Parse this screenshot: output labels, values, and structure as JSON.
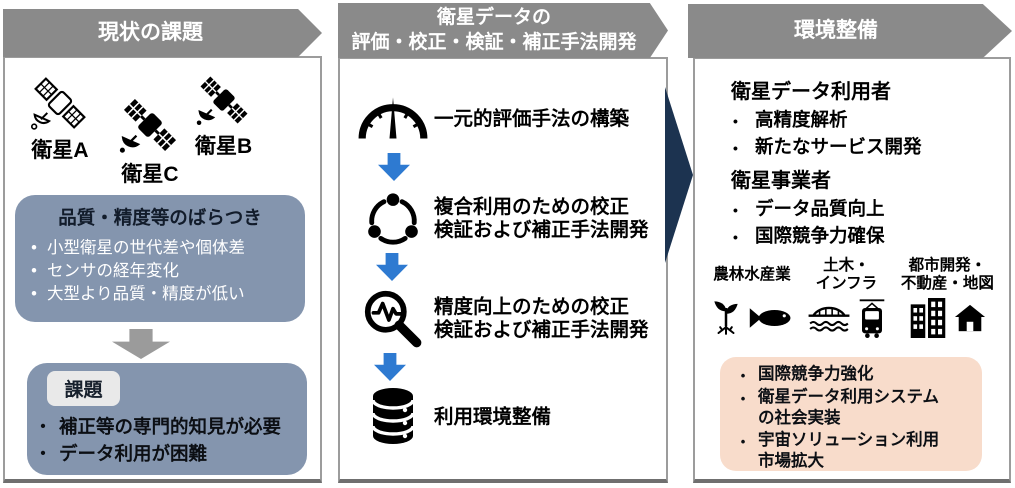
{
  "chars": {
    "bullet": "•"
  },
  "colors": {
    "banner_gray": "#8a8a8a",
    "slate_box": "#8495ae",
    "peach_box": "#f8dccb",
    "blue_arrow": "#2e7ad1",
    "navy_arrow": "#1c3350",
    "gray_arrow": "#9b9b9b"
  },
  "left_panel": {
    "header": "現状の課題",
    "satellites": [
      "衛星A",
      "衛星C",
      "衛星B"
    ],
    "satellite_icon": "satellite-icon",
    "variability_box": {
      "title": "品質・精度等のばらつき",
      "bullets": [
        "小型衛星の世代差や個体差",
        "センサの経年変化",
        "大型より品質・精度が低い"
      ]
    },
    "issue_box": {
      "badge": "課題",
      "bullets": [
        "補正等の専門的知見が必要",
        "データ利用が困難"
      ]
    }
  },
  "middle_panel": {
    "header_line1": "衛星データの",
    "header_line2": "評価・校正・検証・補正手法開発",
    "steps": [
      {
        "icon": "gauge-icon",
        "label": "一元的評価手法の構築"
      },
      {
        "icon": "share-network-icon",
        "label": "複合利用のための校正\n検証および補正手法開発"
      },
      {
        "icon": "magnifier-waveform-icon",
        "label": "精度向上のための校正\n検証および補正手法開発"
      },
      {
        "icon": "database-icon",
        "label": "利用環境整備"
      }
    ]
  },
  "right_panel": {
    "header": "環境整備",
    "groups": [
      {
        "title": "衛星データ利用者",
        "bullets": [
          "高精度解析",
          "新たなサービス開発"
        ]
      },
      {
        "title": "衛星事業者",
        "bullets": [
          "データ品質向上",
          "国際競争力確保"
        ]
      }
    ],
    "industries": [
      {
        "label": "農林水産業",
        "icons": [
          "sprout-icon",
          "fish-icon"
        ]
      },
      {
        "label": "土木・\nインフラ",
        "icons": [
          "bridge-icon",
          "train-icon"
        ]
      },
      {
        "label": "都市開発・\n不動産・地図",
        "icons": [
          "buildings-icon",
          "house-icon"
        ]
      }
    ],
    "outcome_box": {
      "bullets": [
        "国際競争力強化",
        "衛星データ利用システム\nの社会実装",
        "宇宙ソリューション利用\n市場拡大"
      ]
    }
  }
}
